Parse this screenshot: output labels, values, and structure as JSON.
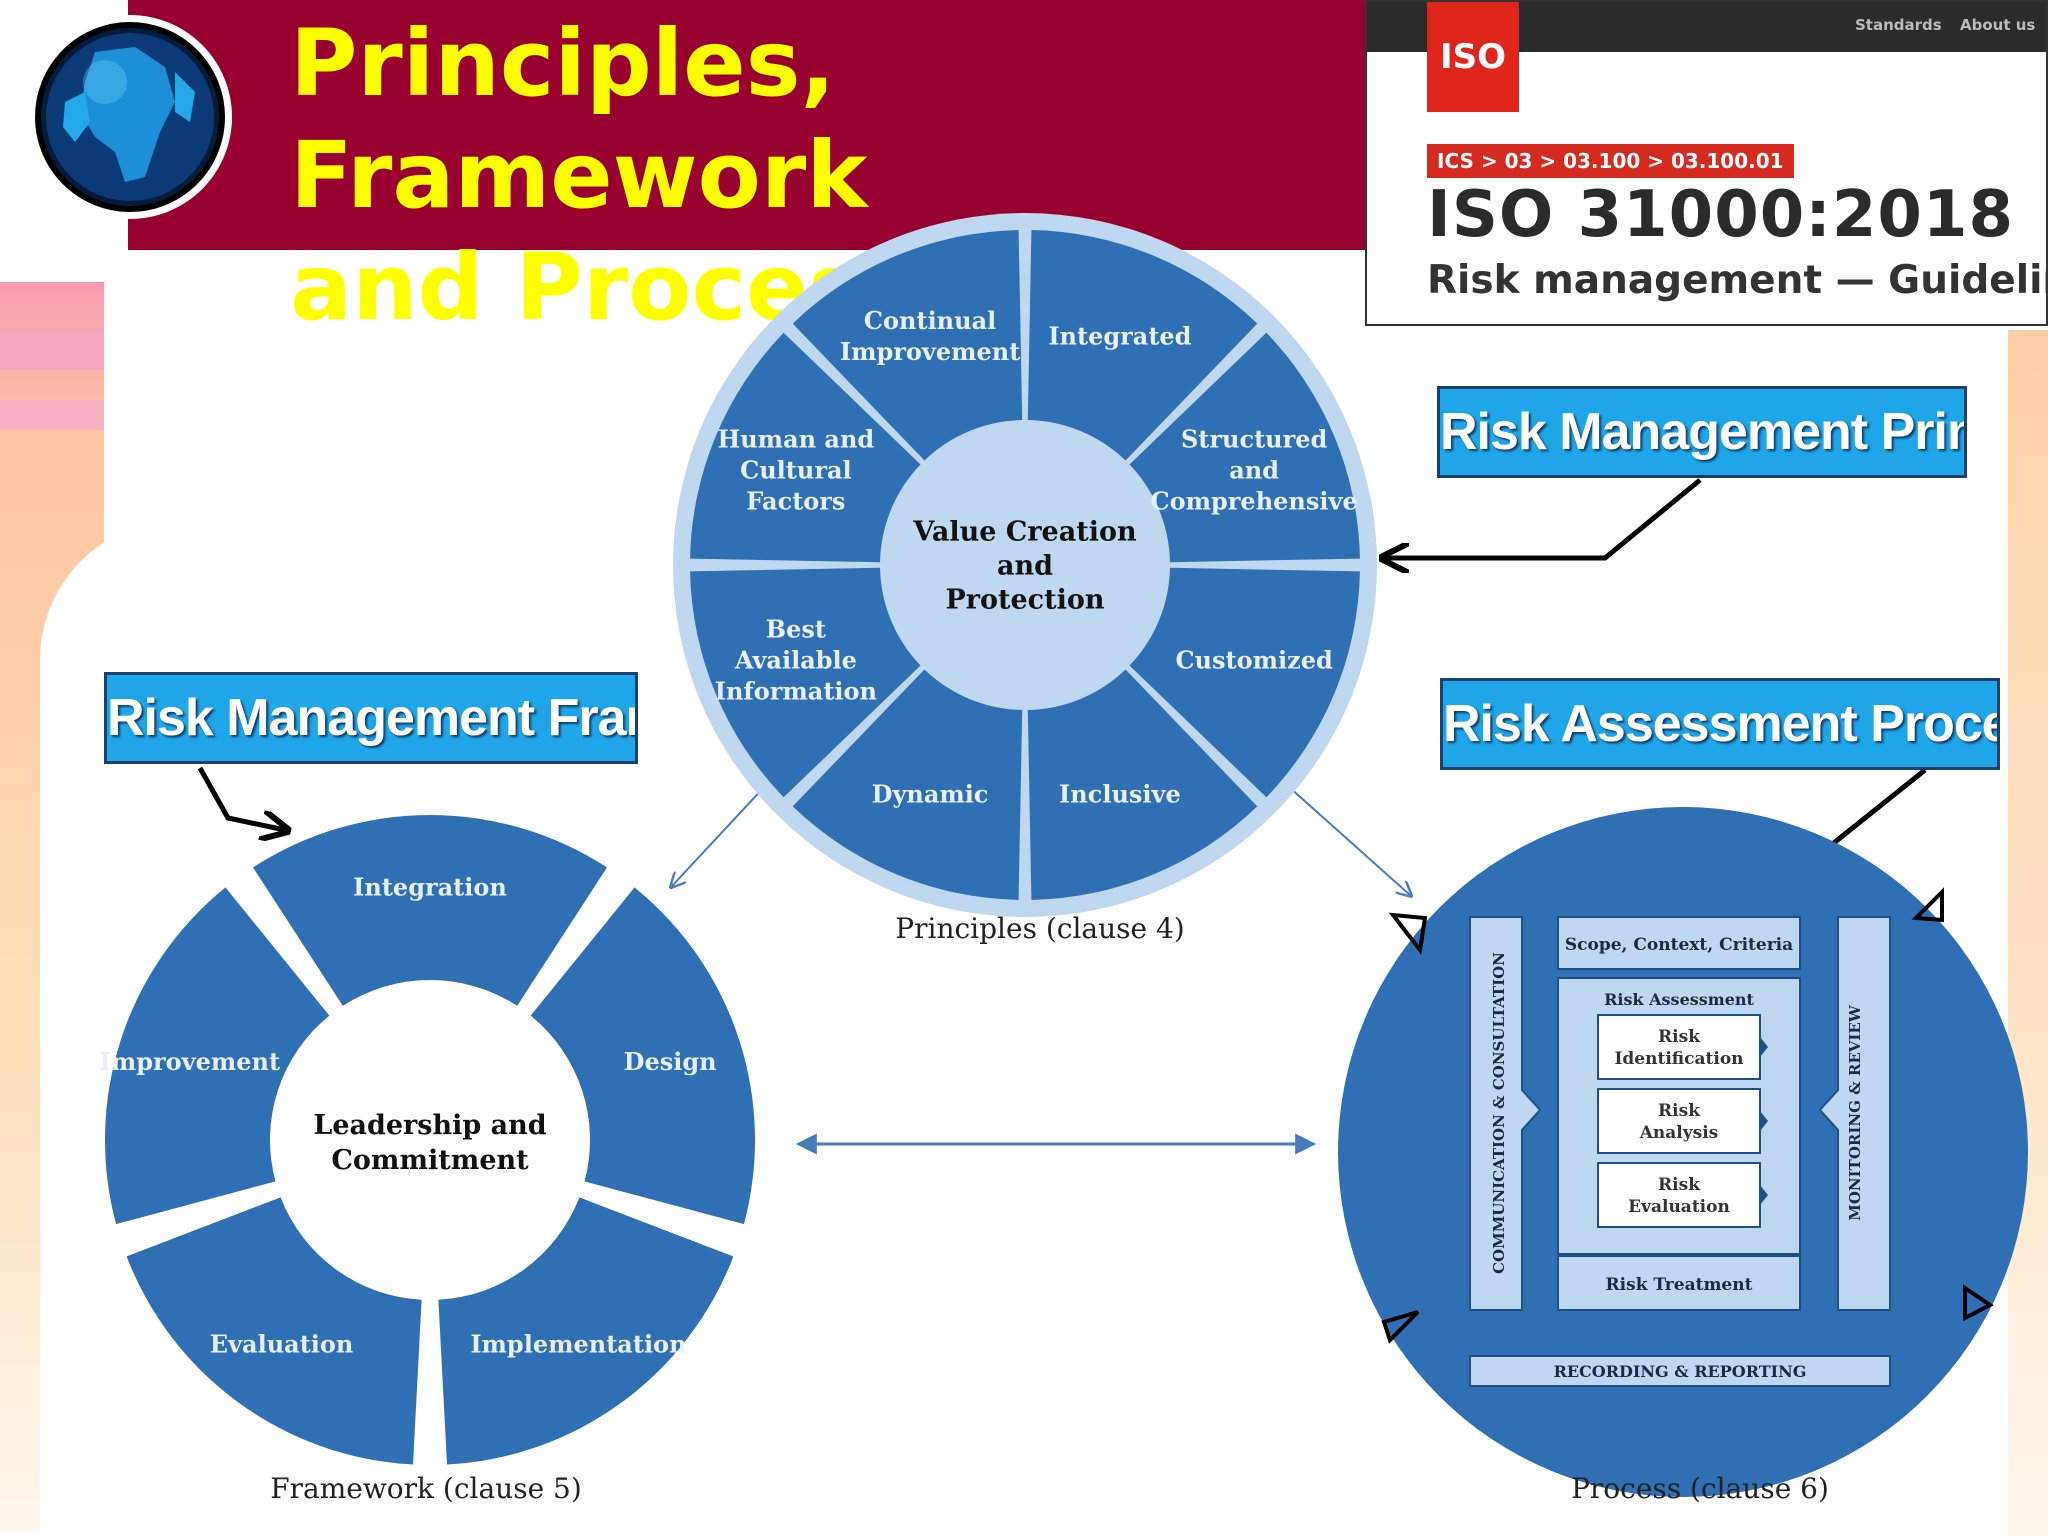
{
  "slide": {
    "title": "Principles, Framework\nand Process"
  },
  "iso_card": {
    "nav": [
      "Standards",
      "About us"
    ],
    "logo": "ISO",
    "ics_path": "ICS > 03 > 03.100 > 03.100.01",
    "standard_id": "ISO 31000:2018",
    "standard_title": "Risk management — Guidelines"
  },
  "labels": {
    "principles": "Risk Management Principles",
    "framework": "Risk Management Framework",
    "process": "Risk Assessment  Process"
  },
  "principles": {
    "center": [
      "Value Creation",
      "and",
      "Protection"
    ],
    "segments": [
      [
        "Integrated"
      ],
      [
        "Structured",
        "and",
        "Comprehensive"
      ],
      [
        "Customized"
      ],
      [
        "Inclusive"
      ],
      [
        "Dynamic"
      ],
      [
        "Best",
        "Available",
        "Information"
      ],
      [
        "Human and",
        "Cultural",
        "Factors"
      ],
      [
        "Continual",
        "Improvement"
      ]
    ],
    "caption": "Principles (clause 4)"
  },
  "framework": {
    "center": [
      "Leadership and",
      "Commitment"
    ],
    "segments": [
      "Integration",
      "Design",
      "Implementation",
      "Evaluation",
      "Improvement"
    ],
    "caption": "Framework (clause 5)"
  },
  "process": {
    "side_left": "COMMUNICATION & CONSULTATION",
    "side_right": "MONITORING & REVIEW",
    "scope": "Scope, Context, Criteria",
    "assessment_title": "Risk Assessment",
    "steps": [
      [
        "Risk",
        "Identification"
      ],
      [
        "Risk",
        "Analysis"
      ],
      [
        "Risk",
        "Evaluation"
      ]
    ],
    "treatment": "Risk Treatment",
    "bottom": "RECORDING & REPORTING",
    "caption": "Process (clause 6)"
  },
  "colors": {
    "title_bg": "#980030",
    "title_text": "#ffff00",
    "segment_blue": "#2f6fb3",
    "center_light": "#bfd7ef",
    "label_blue": "#1fa6e8",
    "connector": "#4a7ab8"
  }
}
